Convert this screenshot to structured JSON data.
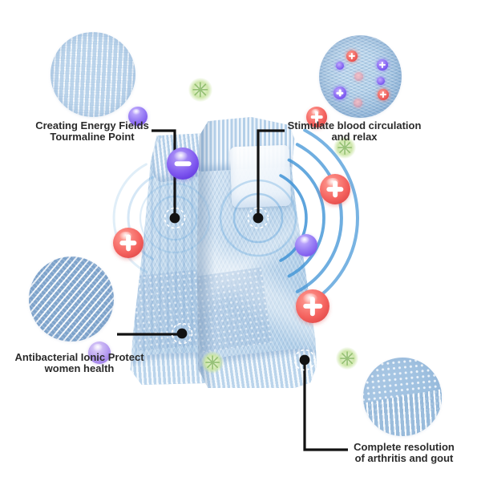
{
  "callouts": [
    {
      "id": "tourmaline-point",
      "line1": "Creating Energy Fields",
      "line2": "Tourmaline Point"
    },
    {
      "id": "blood-circulation",
      "line1": "Stimulate blood circulation",
      "line2": "and relax"
    },
    {
      "id": "antibacterial",
      "line1": "Antibacterial Ionic Protect",
      "line2": "women health"
    },
    {
      "id": "arthritis-gout",
      "line1": "Complete resolution",
      "line2": "of arthritis and gout"
    }
  ],
  "icons": {
    "positive_ion": "plus-cross-icon",
    "negative_ion": "minus-bar-icon",
    "herbal_sparkle": "leaf-sparkle-icon",
    "fabric_closeup": "zoom-circle-inset",
    "target_marker": "black-dot-with-dashed-ring",
    "ripples": "blue-concentric-arcs"
  },
  "colors": {
    "background": "#ffffff",
    "fabric_light_blue": "#bdd7ec",
    "positive_ion_red": "#f0605d",
    "negative_ion_purple": "#7a5bef",
    "ripple_blue": "#3f93d6",
    "herbal_green": "#c9e4a6",
    "annotation_black": "#121212",
    "label_text": "#2b2b2b"
  }
}
